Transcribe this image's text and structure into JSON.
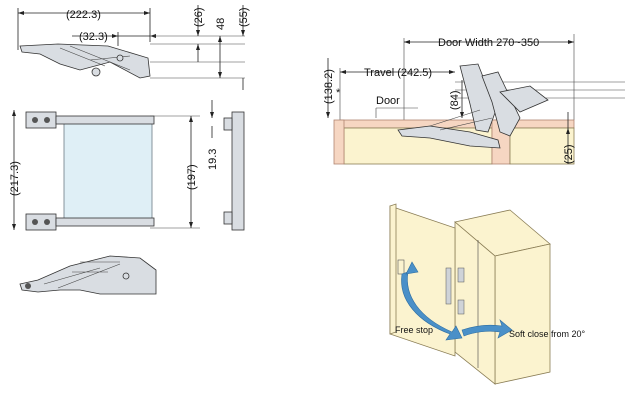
{
  "left_dims": {
    "overall_depth": "(222.3)",
    "offset": "(32.3)",
    "h26": "(26)",
    "h48": "48",
    "h55": "(55)",
    "h217": "(217.3)",
    "h197": "(197)",
    "h193": "19.3"
  },
  "install_diagram": {
    "door_width": "Door Width 270~350",
    "travel": "Travel (242.5)",
    "h138": "(138.2)",
    "door_label": "Door",
    "h84": "(84)",
    "h25": "(25)",
    "star": "*"
  },
  "motion_labels": {
    "free_stop": "Free stop",
    "soft_close": "Soft close from 20°"
  },
  "colors": {
    "panel": "#dfeff6",
    "cabinet": "#fbf3cf",
    "wood": "#f6d6c2",
    "arrow": "#4a90c8"
  }
}
